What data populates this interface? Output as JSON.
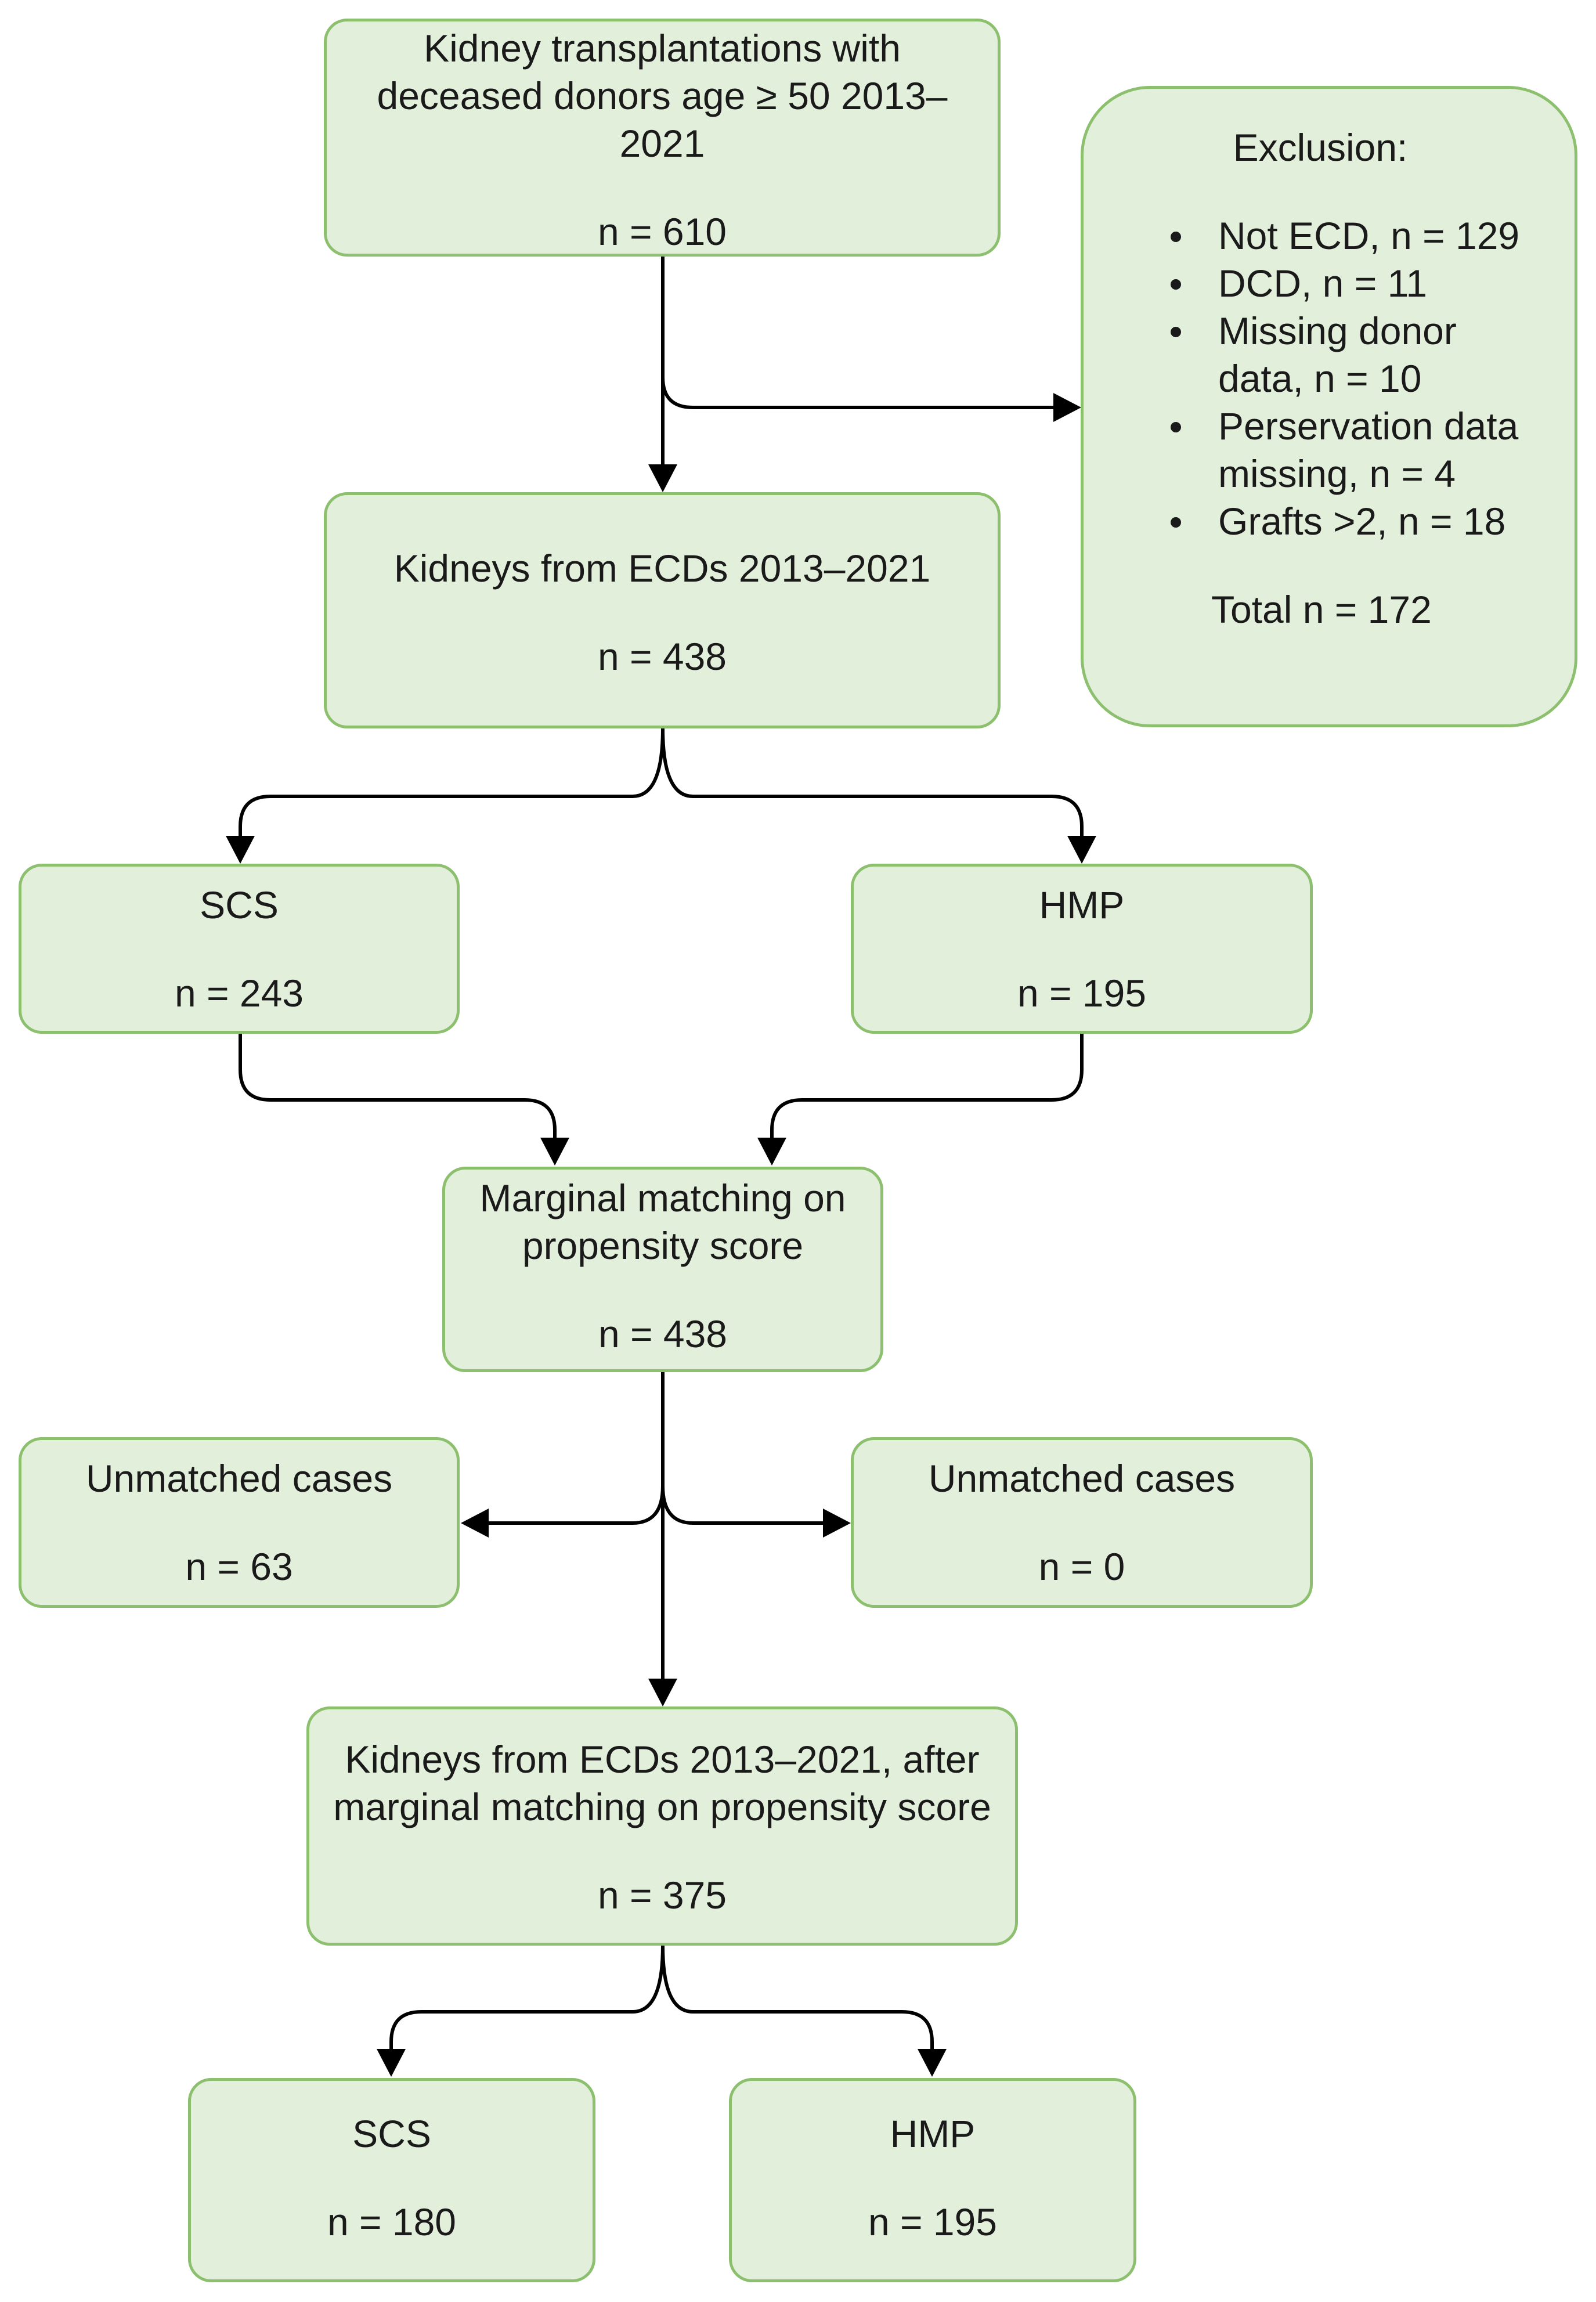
{
  "boxes": {
    "initial": {
      "lines": [
        "Kidney transplantations with",
        "deceased donors age ≥ 50 2013–",
        "2021"
      ],
      "n": "n = 610"
    },
    "exclusion": {
      "title": "Exclusion:",
      "items": [
        [
          "Not ECD, n = 129"
        ],
        [
          "DCD, n = 11"
        ],
        [
          "Missing donor",
          "data, n = 10"
        ],
        [
          "Perservation data",
          "missing, n = 4"
        ],
        [
          "Grafts >2, n = 18"
        ]
      ],
      "total": "Total n = 172"
    },
    "ecd": {
      "lines": [
        "Kidneys from ECDs 2013–2021"
      ],
      "n": "n = 438"
    },
    "scs1": {
      "lines": [
        "SCS"
      ],
      "n": "n = 243"
    },
    "hmp1": {
      "lines": [
        "HMP"
      ],
      "n": "n = 195"
    },
    "matching": {
      "lines": [
        "Marginal matching on",
        "propensity score"
      ],
      "n": "n = 438"
    },
    "unmatched_left": {
      "lines": [
        "Unmatched cases"
      ],
      "n": "n = 63"
    },
    "unmatched_right": {
      "lines": [
        "Unmatched cases"
      ],
      "n": "n = 0"
    },
    "after": {
      "lines": [
        "Kidneys from ECDs 2013–2021, after",
        "marginal matching on propensity score"
      ],
      "n": "n = 375"
    },
    "scs2": {
      "lines": [
        "SCS"
      ],
      "n": "n = 180"
    },
    "hmp2": {
      "lines": [
        "HMP"
      ],
      "n": "n = 195"
    }
  },
  "colors": {
    "box_fill": "#e2efda",
    "box_border": "#8cc06e",
    "arrow": "#000000"
  }
}
